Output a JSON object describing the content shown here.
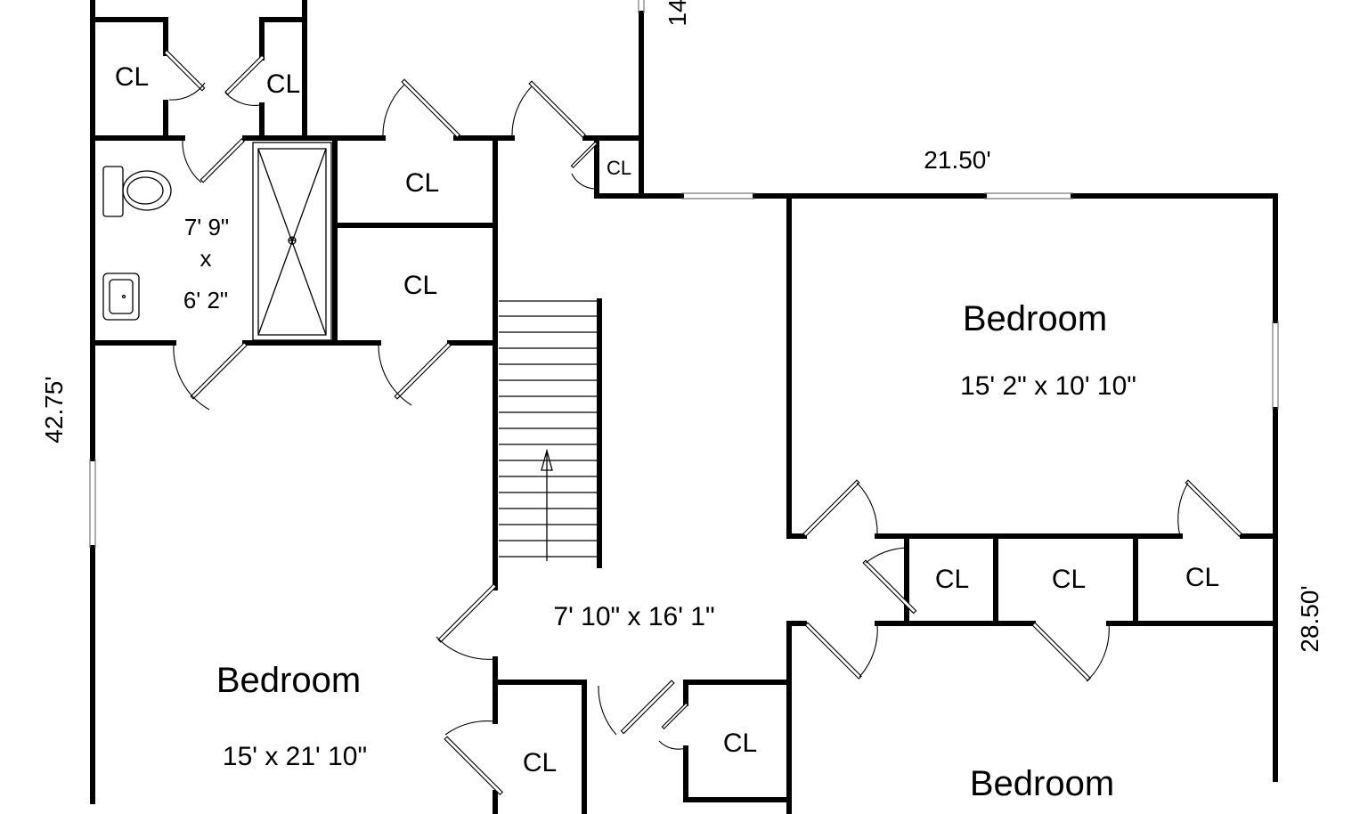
{
  "rooms": {
    "bath": {
      "w": "7' 9\"",
      "x": "x",
      "h": "6' 2\""
    },
    "bedroom_ne": {
      "name": "Bedroom",
      "size": "15' 2\" x 10' 10\""
    },
    "bedroom_w": {
      "name": "Bedroom",
      "size": "15' x 21' 10\""
    },
    "bedroom_se": {
      "name": "Bedroom"
    },
    "hall": {
      "size": "7' 10\" x 16' 1\""
    }
  },
  "closets": {
    "cl_1": "CL",
    "cl_2": "CL",
    "cl_3": "CL",
    "cl_4": "CL",
    "cl_5": "CL",
    "cl_6": "CL",
    "cl_7": "CL",
    "cl_8": "CL",
    "cl_9": "CL",
    "cl_10": "CL"
  },
  "dimensions": {
    "top": "21.50'",
    "left": "42.75'",
    "right": "28.50'",
    "top_cut": "14"
  }
}
